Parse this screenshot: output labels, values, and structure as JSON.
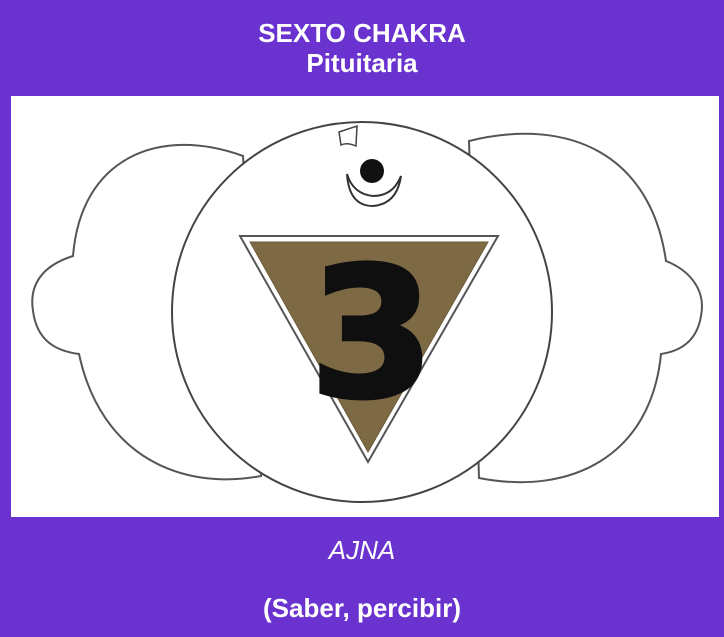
{
  "header": {
    "title": "SEXTO CHAKRA",
    "subtitle": "Pituitaria"
  },
  "illustration": {
    "icon": "ajna-chakra-symbol",
    "glyph": "3",
    "triangle_color": "#7d6a44",
    "outline_color": "#444444"
  },
  "footer": {
    "name": "AJNA",
    "meaning": "(Saber, percibir)"
  },
  "colors": {
    "panel": "#6a33cf",
    "text": "#ffffff"
  }
}
